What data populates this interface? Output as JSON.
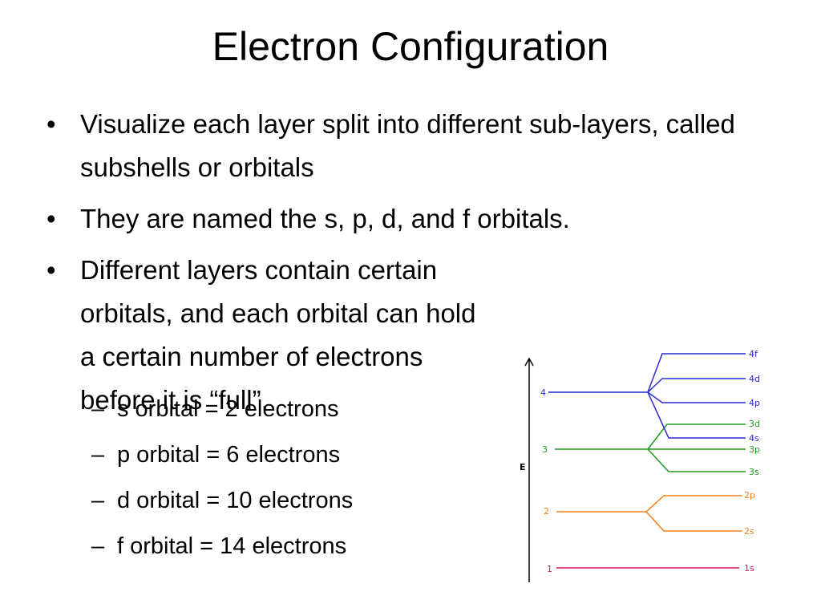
{
  "title": "Electron Configuration",
  "bullets": [
    "Visualize each layer split into different sub-layers, called subshells or orbitals",
    "They are named the s, p, d, and f orbitals.",
    "Different layers contain certain orbitals, and each orbital can hold a certain number of electrons before it is “full”."
  ],
  "sub_bullets": [
    "s orbital = 2 electrons",
    "p orbital = 6 electrons",
    "d orbital = 10 electrons",
    "f orbital = 14 electrons"
  ],
  "diagram": {
    "axis_label": "E",
    "levels": [
      {
        "n": "1",
        "color": "#d4145a",
        "orbitals": [
          "1s"
        ]
      },
      {
        "n": "2",
        "color": "#f7801e",
        "orbitals": [
          "2s",
          "2p"
        ]
      },
      {
        "n": "3",
        "color": "#1e9a1e",
        "orbitals": [
          "3s",
          "3p",
          "3d"
        ]
      },
      {
        "n": "4",
        "color": "#2a2ad0",
        "orbitals": [
          "4s",
          "4p",
          "4d",
          "4f"
        ]
      }
    ]
  }
}
